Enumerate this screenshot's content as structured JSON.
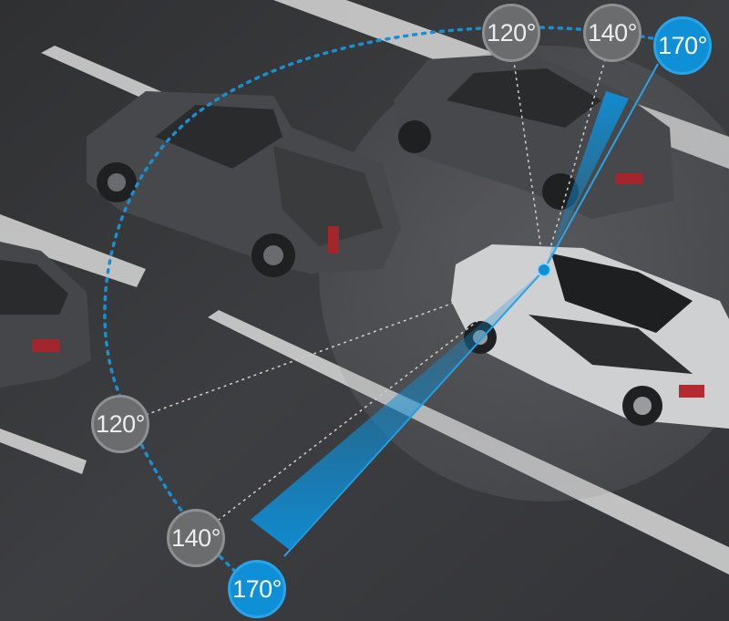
{
  "colors": {
    "road": "#3a3b3d",
    "lane_marking": "#d9d9d9",
    "accent_blue": "#0f8fd6",
    "label_grey": "#6b6c6e",
    "dark_car": "#45464a",
    "ego_car": "#cfd0d2"
  },
  "angle_labels": {
    "top_120": "120°",
    "top_140": "140°",
    "top_170": "170°",
    "left_120": "120°",
    "left_140": "140°",
    "left_170": "170°"
  }
}
